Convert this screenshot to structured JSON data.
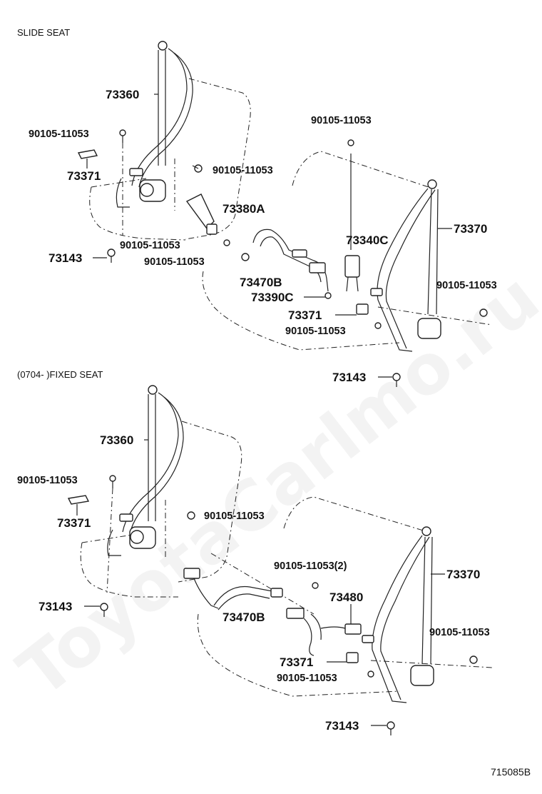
{
  "sections": {
    "slide_seat": "SLIDE SEAT",
    "fixed_seat": "(0704-    )FIXED SEAT"
  },
  "diagram_id": "715085B",
  "watermark": "ToyotaCarlmo.ru",
  "slide_labels": {
    "p73360": "73360",
    "p90105_a": "90105-11053",
    "p73371_a": "73371",
    "p90105_b": "90105-11053",
    "p73380A": "73380A",
    "p90105_c": "90105-11053",
    "p73143_a": "73143",
    "p90105_d": "90105-11053",
    "p90105_top": "90105-11053",
    "p73340C": "73340C",
    "p73370": "73370",
    "p73470B": "73470B",
    "p73390C": "73390C",
    "p73371_b": "73371",
    "p90105_e": "90105-11053",
    "p90105_f": "90105-11053",
    "p73143_b": "73143"
  },
  "fixed_labels": {
    "p73360": "73360",
    "p90105_a": "90105-11053",
    "p73371_a": "73371",
    "p90105_b": "90105-11053",
    "p73143_a": "73143",
    "p90105_c2": "90105-11053(2)",
    "p73370": "73370",
    "p73480": "73480",
    "p73470B": "73470B",
    "p90105_d": "90105-11053",
    "p73371_b": "73371",
    "p90105_e": "90105-11053",
    "p73143_b": "73143"
  }
}
